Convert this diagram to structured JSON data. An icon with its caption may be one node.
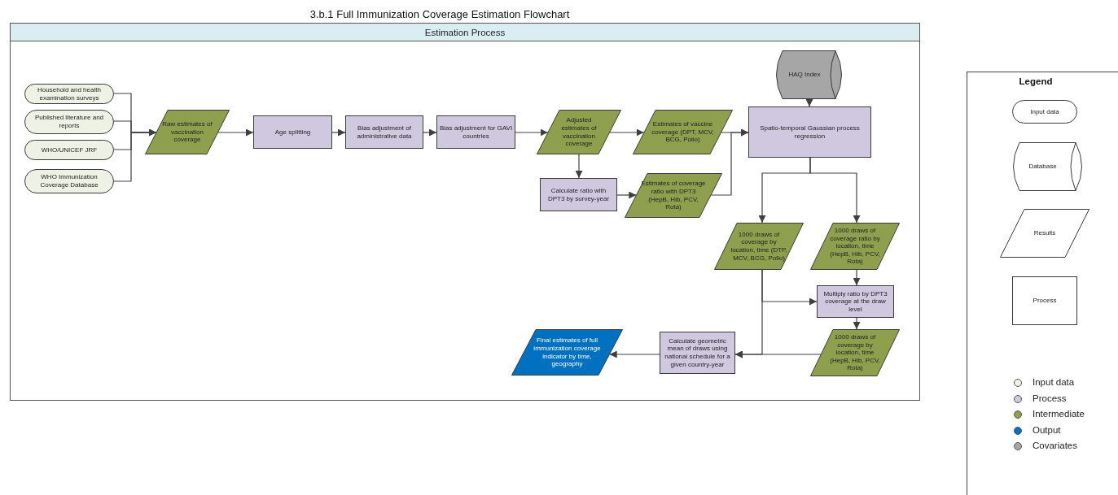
{
  "diagram": {
    "title": "3.b.1 Full Immunization Coverage Estimation Flowchart",
    "nodes": [
      {
        "text": [
          "Estimation Process"
        ]
      },
      {
        "text": [
          "Household and health examination surveys"
        ],
        "in": 0
      },
      {
        "text": [
          "Published literature and reports"
        ],
        "in": 0
      },
      {
        "text": [
          "WHO/UNICEF JRF"
        ],
        "in": 0
      },
      {
        "text": [
          "WHO Immunization Coverage Database"
        ],
        "in": 0
      },
      {
        "text": [
          "Raw estimates of vaccination coverage"
        ],
        "in": 0
      },
      {
        "text": [
          "Age splitting"
        ],
        "in": 0
      },
      {
        "text": [
          "Bias adjustment of administrative data"
        ],
        "in": 0
      },
      {
        "text": [
          "Bias adjustment for GAVI countries"
        ],
        "in": 0
      },
      {
        "text": [
          "Adjusted estimates of vaccination coverage"
        ],
        "in": 0
      },
      {
        "text": [
          "Estimates of vaccine coverage (DPT, MCV, BCG, Polio)"
        ],
        "in": 0
      },
      {
        "text": [
          "HAQ Index"
        ],
        "in": 0
      },
      {
        "text": [
          "Spatio-temporal Gaussian process regression"
        ],
        "in": 0
      },
      {
        "text": [
          "Calculate ratio with DPT3 by survey-year"
        ],
        "in": 0
      },
      {
        "text": [
          "Estimates of coverage ratio with DPT3 (HepB, Hib, PCV, Rota)"
        ],
        "in": 0
      },
      {
        "text": [
          "1000 draws of coverage by location, time (DTP, MCV, BCG, Polio)"
        ],
        "in": 0
      },
      {
        "text": [
          "1000 draws of coverage ratio by location, time (HepB, Hib, PCV, Rota)"
        ],
        "in": 0
      },
      {
        "text": [
          "Multiply ratio by DPT3 coverage at the draw level"
        ],
        "in": 0
      },
      {
        "text": [
          "1000 draws of coverage by location, time (HepB, Hib, PCV, Rota)"
        ],
        "in": 0
      },
      {
        "text": [
          "Calculate geometric mean of draws using national schedule for a given country-year"
        ],
        "in": 0
      },
      {
        "text": [
          "Final estimates of full immunization coverage indicator by time, geography"
        ],
        "in": 0
      }
    ],
    "edges": [
      {
        "from": 1,
        "to": 5,
        "arrow": "to"
      },
      {
        "from": 2,
        "to": 5,
        "arrow": "to"
      },
      {
        "from": 3,
        "to": 5,
        "arrow": "to"
      },
      {
        "from": 4,
        "to": 5,
        "arrow": "to"
      },
      {
        "from": 5,
        "to": 6,
        "arrow": "to"
      },
      {
        "from": 6,
        "to": 7,
        "arrow": "to"
      },
      {
        "from": 7,
        "to": 8,
        "arrow": "to"
      },
      {
        "from": 8,
        "to": 9,
        "arrow": "to"
      },
      {
        "from": 9,
        "to": 10,
        "arrow": "to"
      },
      {
        "from": 10,
        "to": 12,
        "arrow": "to"
      },
      {
        "from": 9,
        "to": 13,
        "arrow": "to"
      },
      {
        "from": 13,
        "to": 14,
        "arrow": "to"
      },
      {
        "from": 14,
        "to": 12,
        "arrow": "to"
      },
      {
        "from": 11,
        "to": 12,
        "arrow": "to"
      },
      {
        "from": 12,
        "to": 15,
        "arrow": "to"
      },
      {
        "from": 12,
        "to": 16,
        "arrow": "to"
      },
      {
        "from": 15,
        "to": 17,
        "arrow": "to"
      },
      {
        "from": 16,
        "to": 17,
        "arrow": "to"
      },
      {
        "from": 17,
        "to": 18,
        "arrow": "to"
      },
      {
        "from": 15,
        "to": 19,
        "arrow": "to"
      },
      {
        "from": 18,
        "to": 19,
        "arrow": "to"
      },
      {
        "from": 19,
        "to": 20,
        "arrow": "to"
      }
    ],
    "labels": [
      "Legend"
    ],
    "legend": [
      {
        "text": "Input data"
      },
      {
        "text": "Database"
      },
      {
        "text": "Results"
      },
      {
        "text": "Process"
      },
      {
        "text": "Input data",
        "color": "#eef2e4"
      },
      {
        "text": "Process",
        "color": "#d0c8df"
      },
      {
        "text": "Intermediate",
        "color": "#8ea04e"
      },
      {
        "text": "Output",
        "color": "#0070c0"
      },
      {
        "text": "Covariates",
        "color": "#a6a6a6"
      }
    ]
  }
}
